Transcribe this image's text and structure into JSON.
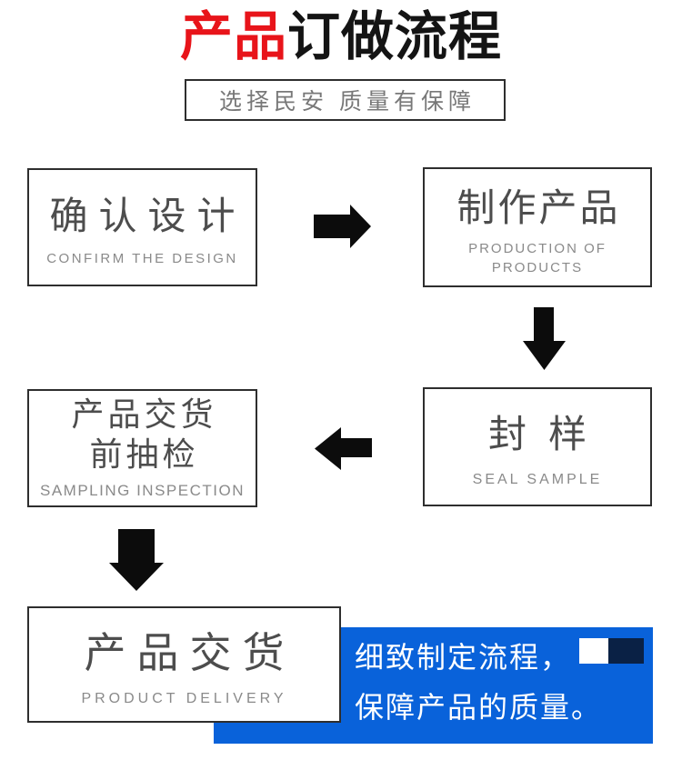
{
  "header": {
    "title_red": "产品",
    "title_rest": "订做流程",
    "subtitle": "选择民安 质量有保障"
  },
  "steps": [
    {
      "zh": "确认设计",
      "en": "CONFIRM THE DESIGN"
    },
    {
      "zh": "制作产品",
      "en": "PRODUCTION OF PRODUCTS"
    },
    {
      "zh": "封样",
      "en": "SEAL SAMPLE"
    },
    {
      "zh_line1": "产品交货",
      "zh_line2": "前抽检",
      "en": "SAMPLING INSPECTION"
    },
    {
      "zh": "产品交货",
      "en": "PRODUCT DELIVERY"
    }
  ],
  "callout": {
    "line1": "细致制定流程，",
    "line2": "保障产品的质量。"
  },
  "colors": {
    "title_red": "#e8141a",
    "callout_blue": "#0962da",
    "navy_square": "#0a2145",
    "box_border": "#2e2e2e",
    "zh_text": "#4d4d4d",
    "en_text": "#8a8a8a"
  }
}
